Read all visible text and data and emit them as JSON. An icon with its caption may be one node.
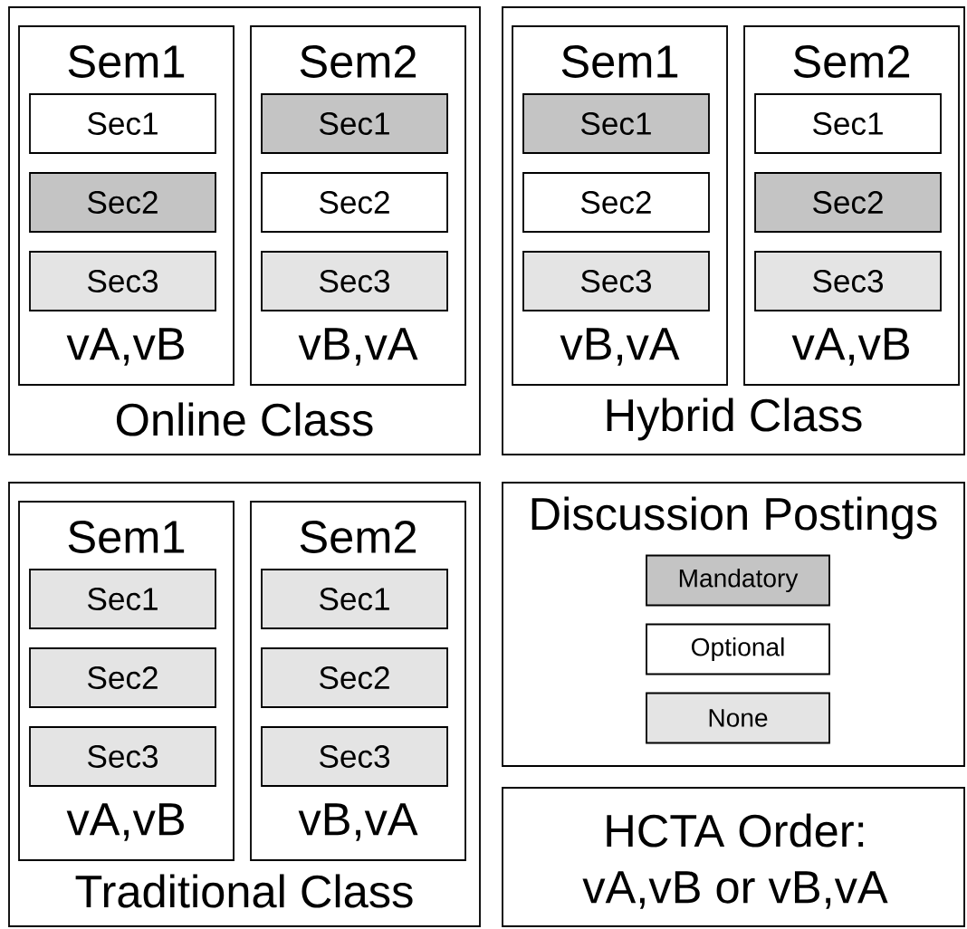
{
  "diagram": {
    "nodes": [
      {
        "text": [
          "Online Class"
        ]
      },
      {
        "text": [
          "Sem1",
          "vA,vB"
        ],
        "in": 0
      },
      {
        "text": [
          "Sec1"
        ],
        "in": 1
      },
      {
        "text": [
          "Sec2"
        ],
        "in": 1
      },
      {
        "text": [
          "Sec3"
        ],
        "in": 1
      },
      {
        "text": [
          "Sem2",
          "vB,vA"
        ],
        "in": 0
      },
      {
        "text": [
          "Sec1"
        ],
        "in": 5
      },
      {
        "text": [
          "Sec2"
        ],
        "in": 5
      },
      {
        "text": [
          "Sec3"
        ],
        "in": 5
      },
      {
        "text": [
          "Hybrid Class"
        ]
      },
      {
        "text": [
          "Sem1",
          "vB,vA"
        ],
        "in": 9
      },
      {
        "text": [
          "Sec1"
        ],
        "in": 10
      },
      {
        "text": [
          "Sec2"
        ],
        "in": 10
      },
      {
        "text": [
          "Sec3"
        ],
        "in": 10
      },
      {
        "text": [
          "Sem2",
          "vA,vB"
        ],
        "in": 9
      },
      {
        "text": [
          "Sec1"
        ],
        "in": 14
      },
      {
        "text": [
          "Sec2"
        ],
        "in": 14
      },
      {
        "text": [
          "Sec3"
        ],
        "in": 14
      },
      {
        "text": [
          "Traditional Class"
        ]
      },
      {
        "text": [
          "Sem1",
          "vA,vB"
        ],
        "in": 18
      },
      {
        "text": [
          "Sec1"
        ],
        "in": 19
      },
      {
        "text": [
          "Sec2"
        ],
        "in": 19
      },
      {
        "text": [
          "Sec3"
        ],
        "in": 19
      },
      {
        "text": [
          "Sem2",
          "vB,vA"
        ],
        "in": 18
      },
      {
        "text": [
          "Sec1"
        ],
        "in": 23
      },
      {
        "text": [
          "Sec2"
        ],
        "in": 23
      },
      {
        "text": [
          "Sec3"
        ],
        "in": 23
      },
      {
        "text": [
          "Discussion Postings"
        ]
      },
      {
        "text": [
          "HCTA Order:",
          "vA,vB or vB,vA"
        ]
      }
    ],
    "edges": [],
    "legend": [
      {
        "text": "Mandatory",
        "color": "#c4c4c4"
      },
      {
        "text": "Optional"
      },
      {
        "text": "None",
        "color": "#e4e4e4"
      }
    ]
  }
}
